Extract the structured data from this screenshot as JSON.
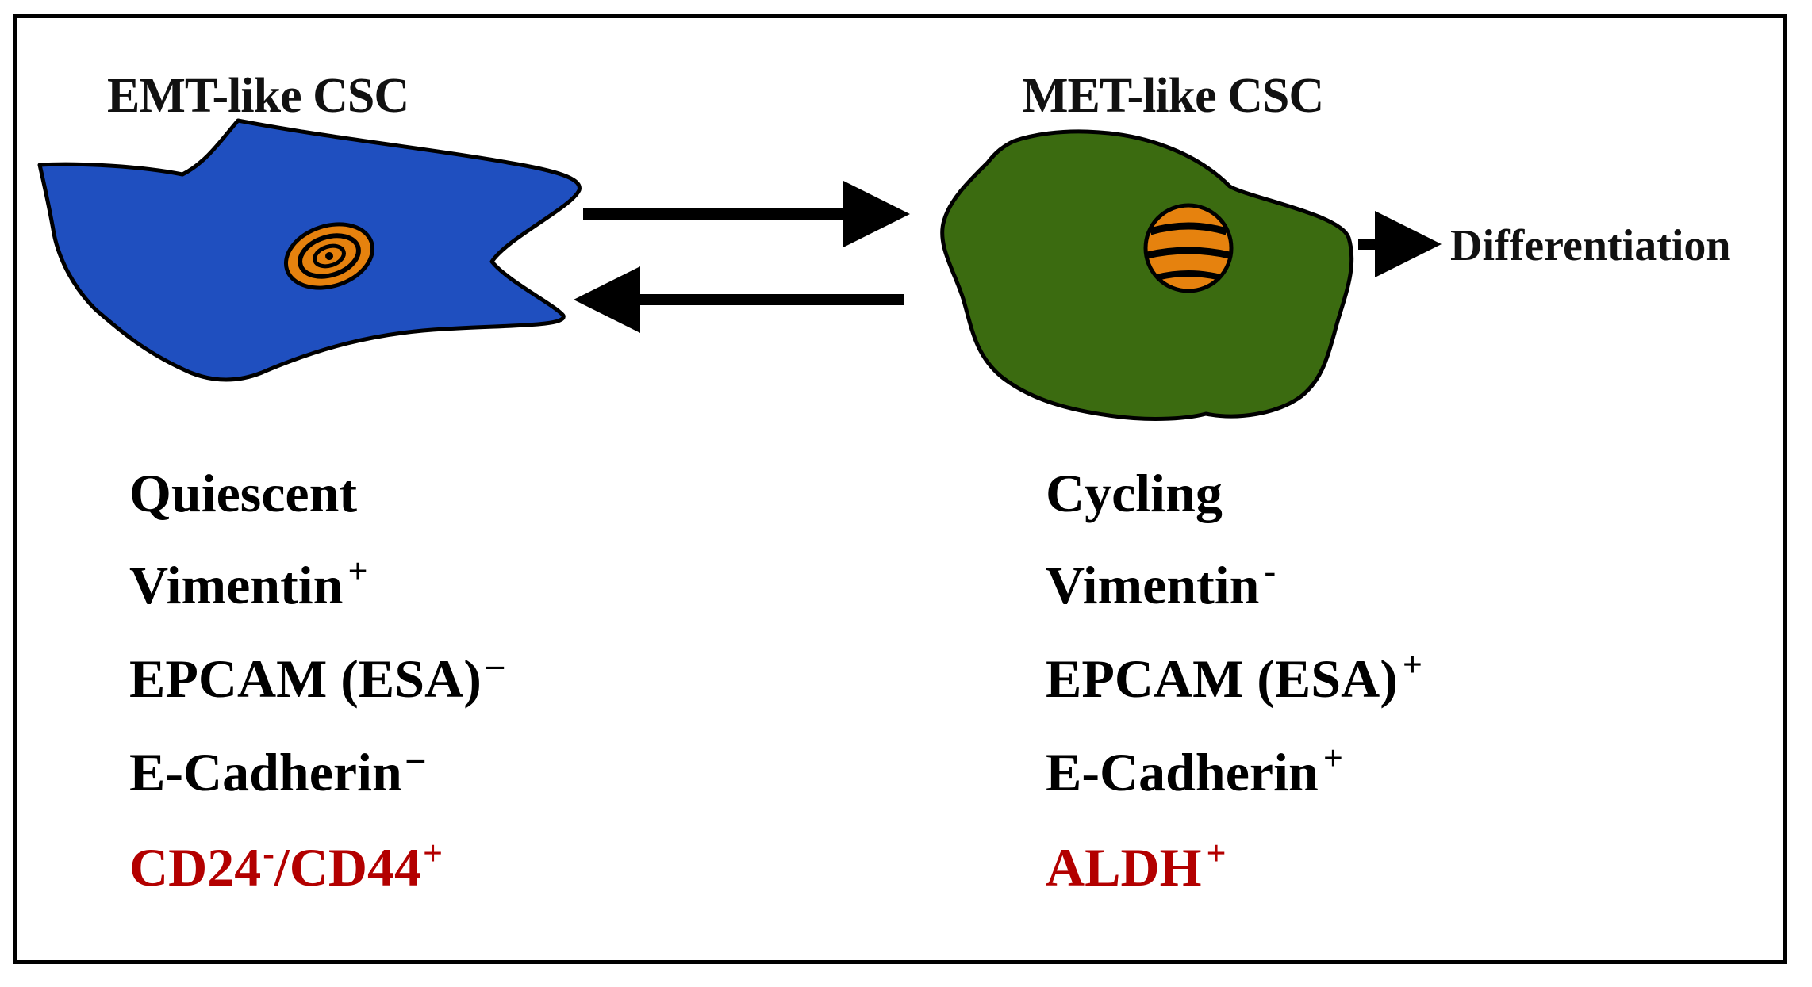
{
  "emt": {
    "title": "EMT-like CSC",
    "cell_color": "#1f4fbf",
    "nucleus_color": "#e6820e",
    "markers": [
      {
        "name": "Quiescent",
        "sign": ""
      },
      {
        "name": "Vimentin",
        "sign": "+"
      },
      {
        "name": "EPCAM (ESA)",
        "sign": "–"
      },
      {
        "name": "E-Cadherin",
        "sign": "–"
      }
    ],
    "surface_marker": {
      "part1": "CD24",
      "sign1": "-",
      "part2": "/CD44",
      "sign2": "+"
    }
  },
  "met": {
    "title": "MET-like CSC",
    "cell_color": "#3b6b10",
    "nucleus_color": "#e6820e",
    "markers": [
      {
        "name": "Cycling",
        "sign": ""
      },
      {
        "name": "Vimentin",
        "sign": "-"
      },
      {
        "name": "EPCAM (ESA)",
        "sign": "+"
      },
      {
        "name": "E-Cadherin",
        "sign": "+"
      }
    ],
    "surface_marker": {
      "name": "ALDH",
      "sign": "+"
    }
  },
  "differentiation_label": "Differentiation",
  "colors": {
    "highlight_red": "#b30000",
    "outline": "#000000"
  }
}
